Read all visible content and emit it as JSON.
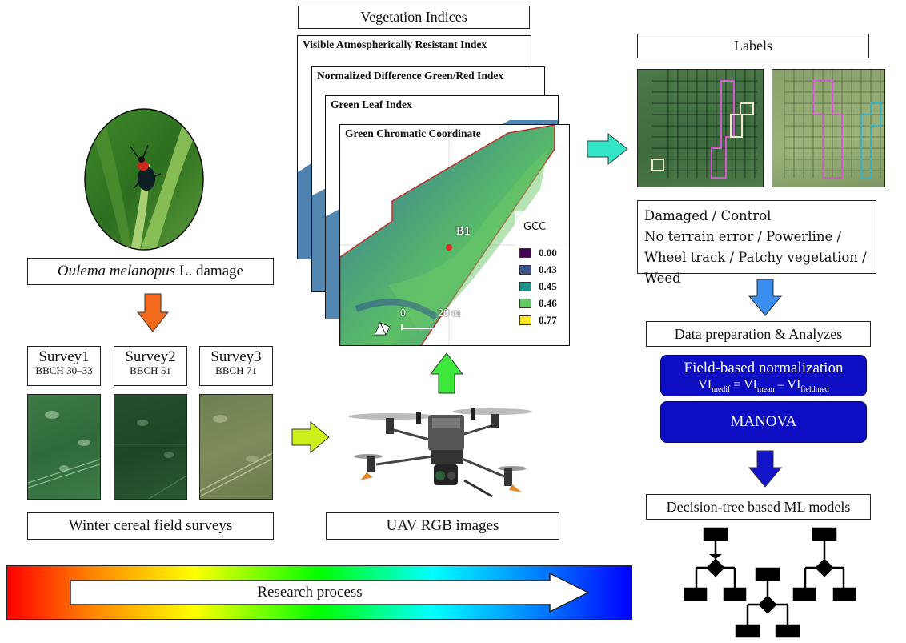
{
  "title_species_italic": "Oulema melanopus",
  "title_species_rest": " L. damage",
  "surveys": [
    {
      "name": "Survey1",
      "stage": "BBCH 30–33"
    },
    {
      "name": "Survey2",
      "stage": "BBCH 51"
    },
    {
      "name": "Survey3",
      "stage": "BBCH 71"
    }
  ],
  "field_surveys_label": "Winter cereal field surveys",
  "uav_label": "UAV RGB images",
  "vegetation_indices_label": "Vegetation Indices",
  "vi_cards": [
    "Visible Atmospherically Resistant Index",
    "Normalized Difference Green/Red Index",
    "Green Leaf Index",
    "Green Chromatic Coordinate"
  ],
  "map": {
    "point_label": "B1",
    "legend_title": "GCC",
    "legend": [
      {
        "value": "0.00",
        "color": "#440154"
      },
      {
        "value": "0.43",
        "color": "#3b528b"
      },
      {
        "value": "0.45",
        "color": "#21918c"
      },
      {
        "value": "0.46",
        "color": "#5ec962"
      },
      {
        "value": "0.77",
        "color": "#fde725"
      }
    ],
    "scale_start": "0",
    "scale_end": "20 m"
  },
  "labels_title": "Labels",
  "label_categories_line1": "Damaged / Control",
  "label_categories_line2": "No terrain error / Powerline / Wheel track / Patchy vegetation / Weed",
  "data_prep_label": "Data preparation & Analyzes",
  "normalization": {
    "title": "Field-based normalization",
    "f_vi1": "VI",
    "f_sub1": "medif",
    "f_eq": " = VI",
    "f_sub2": "mean",
    "f_minus": " – VI",
    "f_sub3": "fieldmed"
  },
  "manova_label": "MANOVA",
  "ml_label": "Decision-tree based ML models",
  "research_process_label": "Research process",
  "colors": {
    "arrow_orange": "#f26b1d",
    "arrow_green": "#3ee83a",
    "arrow_lime": "#ccf01a",
    "arrow_teal": "#33e6c8",
    "arrow_blue": "#3a8ef0",
    "arrow_navy": "#1414c8",
    "block_blue": "#0d0dc4"
  }
}
